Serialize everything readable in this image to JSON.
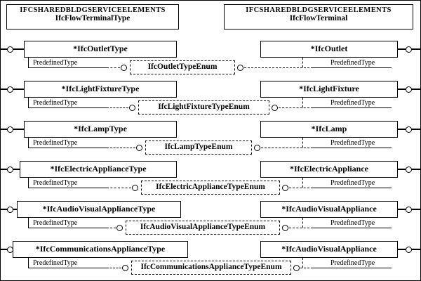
{
  "diagram": {
    "left_header": {
      "line1": "IFCSHAREDBLDGSERVICEELEMENTS",
      "line2": "IfcFlowTerminalType"
    },
    "right_header": {
      "line1": "IFCSHAREDBLDGSERVICEELEMENTS",
      "line2": "IfcFlowTerminal"
    },
    "attr_label": "PredefinedType",
    "rows": [
      {
        "left": "*IfcOutletType",
        "right": "*IfcOutlet",
        "enum": "IfcOutletTypeEnum"
      },
      {
        "left": "*IfcLightFixtureType",
        "right": "*IfcLightFixture",
        "enum": "IfcLightFixtureTypeEnum"
      },
      {
        "left": "*IfcLampType",
        "right": "*IfcLamp",
        "enum": "IfcLampTypeEnum"
      },
      {
        "left": "*IfcElectricApplianceType",
        "right": "*IfcElectricAppliance",
        "enum": "IfcElectricApplianceTypeEnum"
      },
      {
        "left": "*IfcAudioVisualApplianceType",
        "right": "*IfcAudioVisualAppliance",
        "enum": "IfcAudioVisualApplianceTypeEnum"
      },
      {
        "left": "*IfcCommunicationsApplianceType",
        "right": "*IfcAudioVisualAppliance",
        "enum": "IfcCommunicationsApplianceTypeEnum"
      }
    ]
  }
}
